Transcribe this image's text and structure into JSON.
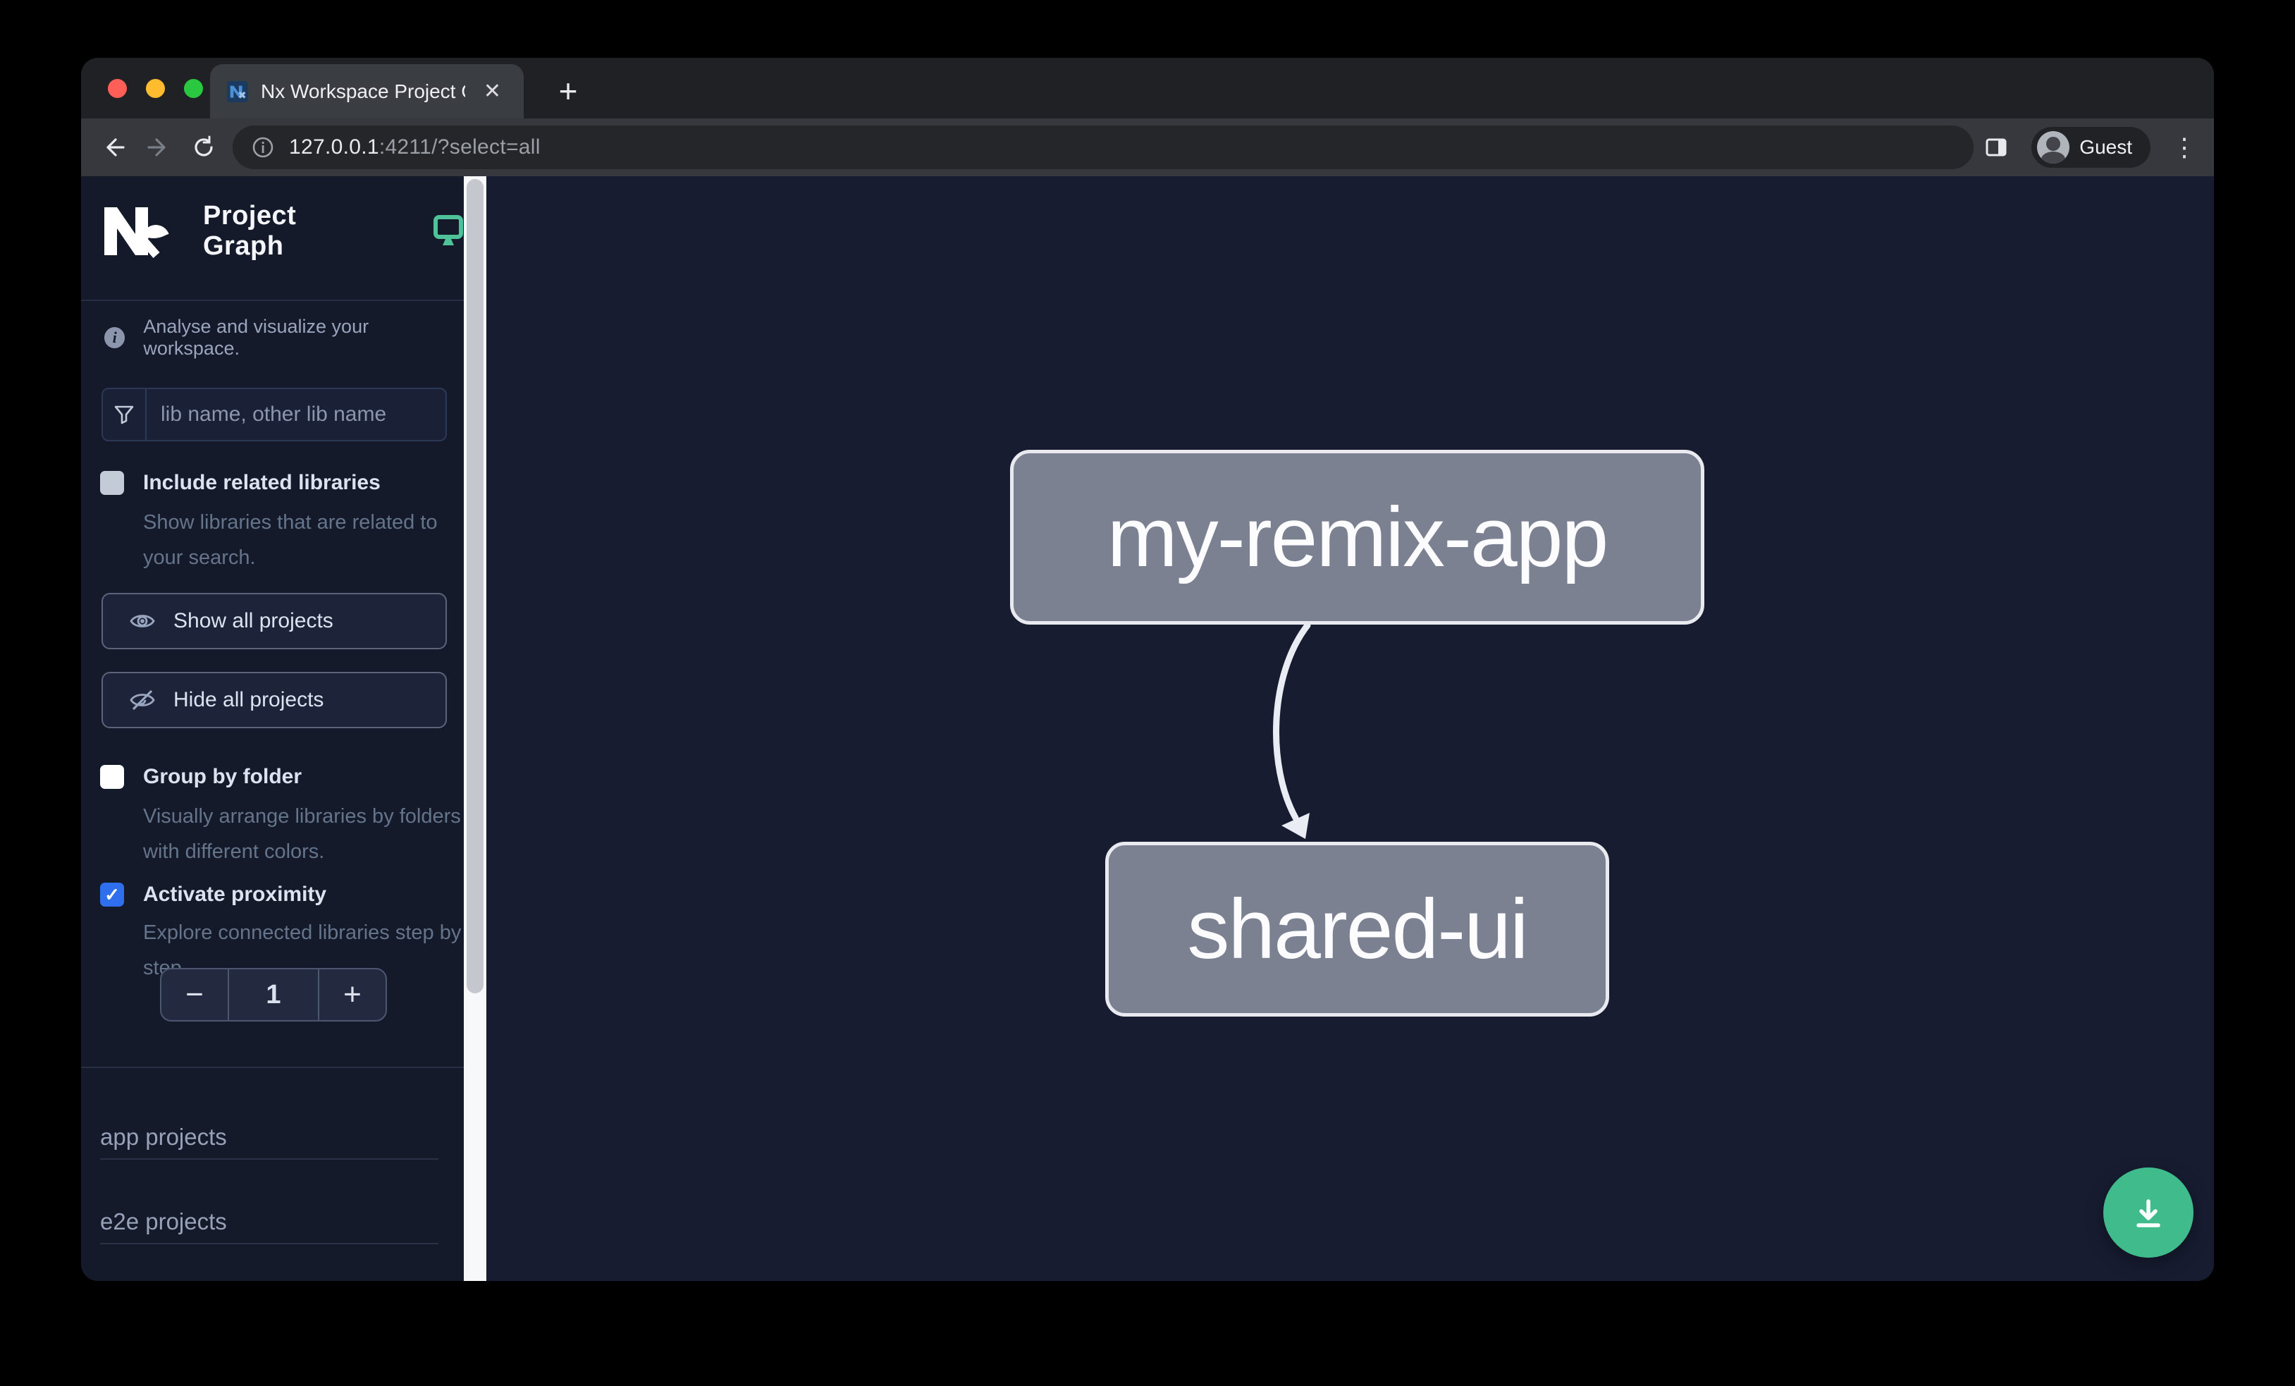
{
  "browser": {
    "tab_title": "Nx Workspace Project Graph",
    "close_label": "✕",
    "new_tab_label": "+",
    "url_host": "127.0.0.1",
    "url_rest": ":4211/?select=all",
    "profile_label": "Guest",
    "menu_label": "⋮"
  },
  "sidebar": {
    "app_title": "Project Graph",
    "tagline": "Analyse and visualize your workspace.",
    "search_placeholder": "lib name, other lib name",
    "options": [
      {
        "label": "Include related libraries",
        "description": "Show libraries that are related to your search.",
        "checked": false
      },
      {
        "label": "Group by folder",
        "description": "Visually arrange libraries by folders with different colors.",
        "checked": false
      },
      {
        "label": "Activate proximity",
        "description": "Explore connected libraries step by step.",
        "checked": true
      }
    ],
    "show_all_label": "Show all projects",
    "hide_all_label": "Hide all projects",
    "stepper": {
      "decrement": "−",
      "value": "1",
      "increment": "+"
    },
    "sections": [
      "app projects",
      "e2e projects"
    ]
  },
  "graph": {
    "nodes": [
      "my-remix-app",
      "shared-ui"
    ],
    "edge": {
      "from": "my-remix-app",
      "to": "shared-ui"
    }
  },
  "colors": {
    "accent_green": "#3fbb8c",
    "proximity_blue": "#2f6fed",
    "node_fill": "#7b8191",
    "node_border": "#e8eaef"
  }
}
